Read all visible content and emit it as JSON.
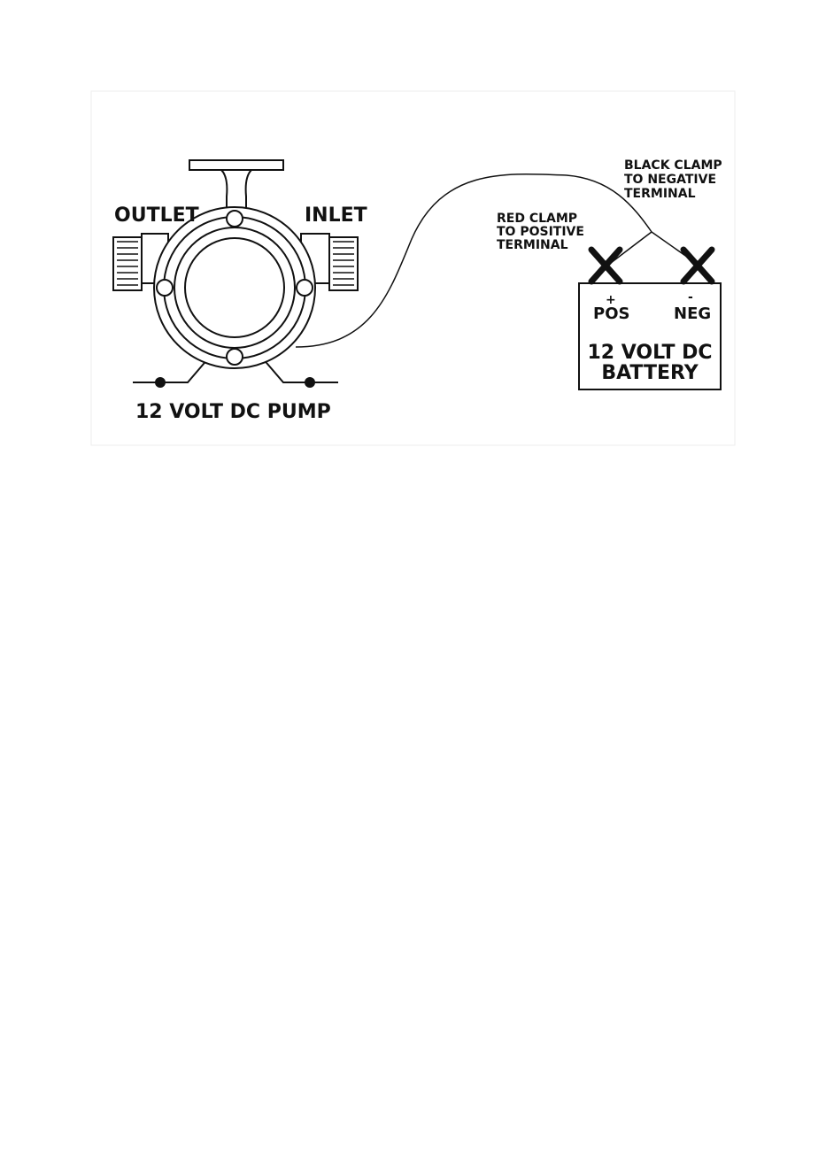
{
  "pump": {
    "outlet_label": "OUTLET",
    "inlet_label": "INLET",
    "title": "12 VOLT DC PUMP"
  },
  "clamps": {
    "red_line1": "RED CLAMP",
    "red_line2": "TO POSITIVE",
    "red_line3": "TERMINAL",
    "black_line1": "BLACK CLAMP",
    "black_line2": "TO NEGATIVE",
    "black_line3": "TERMINAL"
  },
  "battery": {
    "pos_symbol": "+",
    "pos_label": "POS",
    "neg_symbol": "-",
    "neg_label": "NEG",
    "title_line1": "12 VOLT DC",
    "title_line2": "BATTERY"
  },
  "colors": {
    "ink": "#111111",
    "background": "#ffffff",
    "frame": "#e8e8e8"
  }
}
